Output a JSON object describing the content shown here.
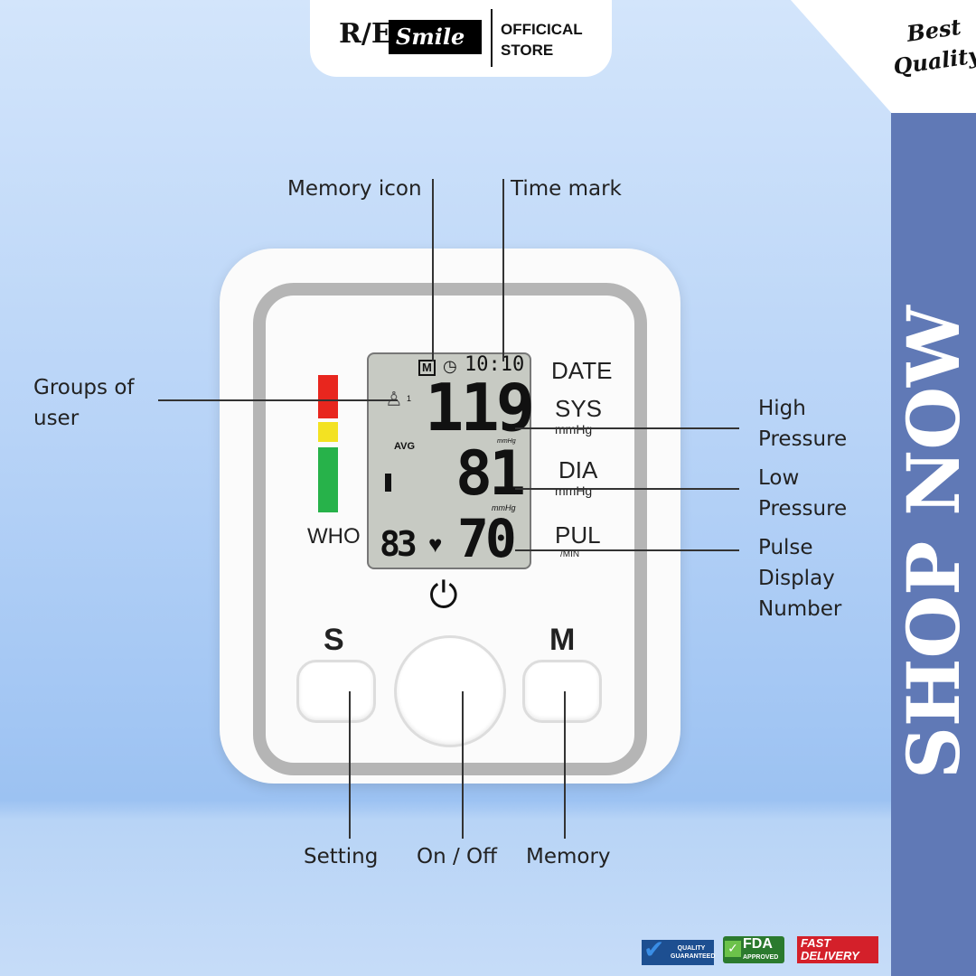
{
  "brand": {
    "logo_text": "RE Smile",
    "store_label": "OFFICICAL STORE"
  },
  "corner_badge": "Best Quality!",
  "banner": {
    "label": "SHOP NOW"
  },
  "device": {
    "who_label": "WHO",
    "lcd": {
      "memory_mark": "M",
      "time": "10:10",
      "systolic": "119",
      "diastolic": "81",
      "pulse": "70",
      "memory_count": "83",
      "avg_label": "AVG",
      "unit_small": "mmHg",
      "user_group": "1"
    },
    "side_labels": {
      "date": "DATE",
      "sys": "SYS",
      "sys_unit": "mmHg",
      "dia": "DIA",
      "dia_unit": "mmHg",
      "pul": "PUL",
      "pul_unit": "/MIN"
    },
    "buttons": {
      "s": "S",
      "m": "M",
      "power": "⏻"
    }
  },
  "annotations": {
    "memory_icon": "Memory icon",
    "time_mark": "Time mark",
    "groups_of_user": "Groups of user",
    "high_pressure": "High Pressure",
    "low_pressure": "Low Pressure",
    "pulse_display": "Pulse Display Number",
    "setting": "Setting",
    "on_off": "On / Off",
    "memory": "Memory"
  },
  "badges": {
    "quality": "QUALITY GUARANTEED",
    "fda": "FDA",
    "fda_sub": "APPROVED",
    "fast": "FAST DELIVERY"
  }
}
